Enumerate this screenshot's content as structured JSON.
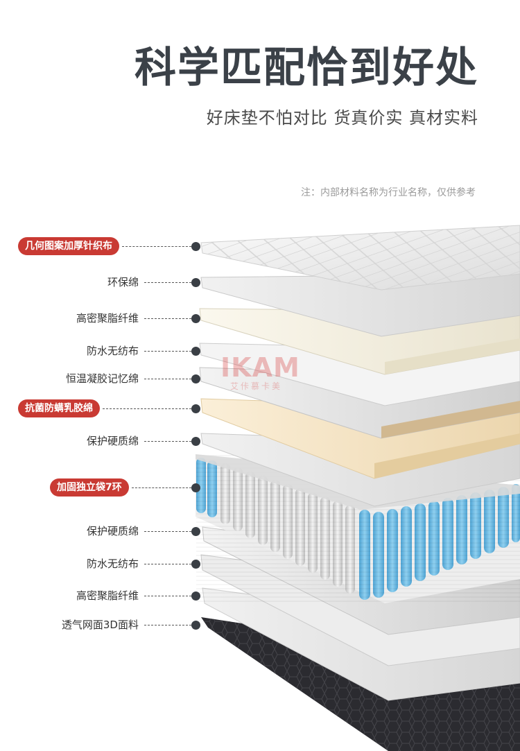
{
  "header": {
    "title": "科学匹配恰到好处",
    "subtitle": "好床垫不怕对比 货真价实 真材实料",
    "note": "注：内部材料名称为行业名称，仅供参考"
  },
  "watermark": {
    "text": "IKAM",
    "sub": "艾佧慕卡美"
  },
  "layers": [
    {
      "name": "几何图案加厚针织布",
      "highlight": true
    },
    {
      "name": "环保绵",
      "highlight": false
    },
    {
      "name": "高密聚脂纤维",
      "highlight": false
    },
    {
      "name": "防水无纺布",
      "highlight": false
    },
    {
      "name": "恒温凝胶记忆绵",
      "highlight": false
    },
    {
      "name": "抗菌防螨乳胶绵",
      "highlight": true
    },
    {
      "name": "保护硬质绵",
      "highlight": false
    },
    {
      "name": "加固独立袋7环",
      "highlight": true
    },
    {
      "name": "保护硬质绵",
      "highlight": false
    },
    {
      "name": "防水无纺布",
      "highlight": false
    },
    {
      "name": "高密聚脂纤维",
      "highlight": false
    },
    {
      "name": "透气网面3D面料",
      "highlight": false
    }
  ],
  "colors": {
    "title": "#3b4148",
    "accent": "#c93a33",
    "spring_blue": "#6ab7df",
    "spring_white": "#e8e8e8",
    "bottom_fabric": "#2a2a2e",
    "latex": "#f4e3c4"
  }
}
